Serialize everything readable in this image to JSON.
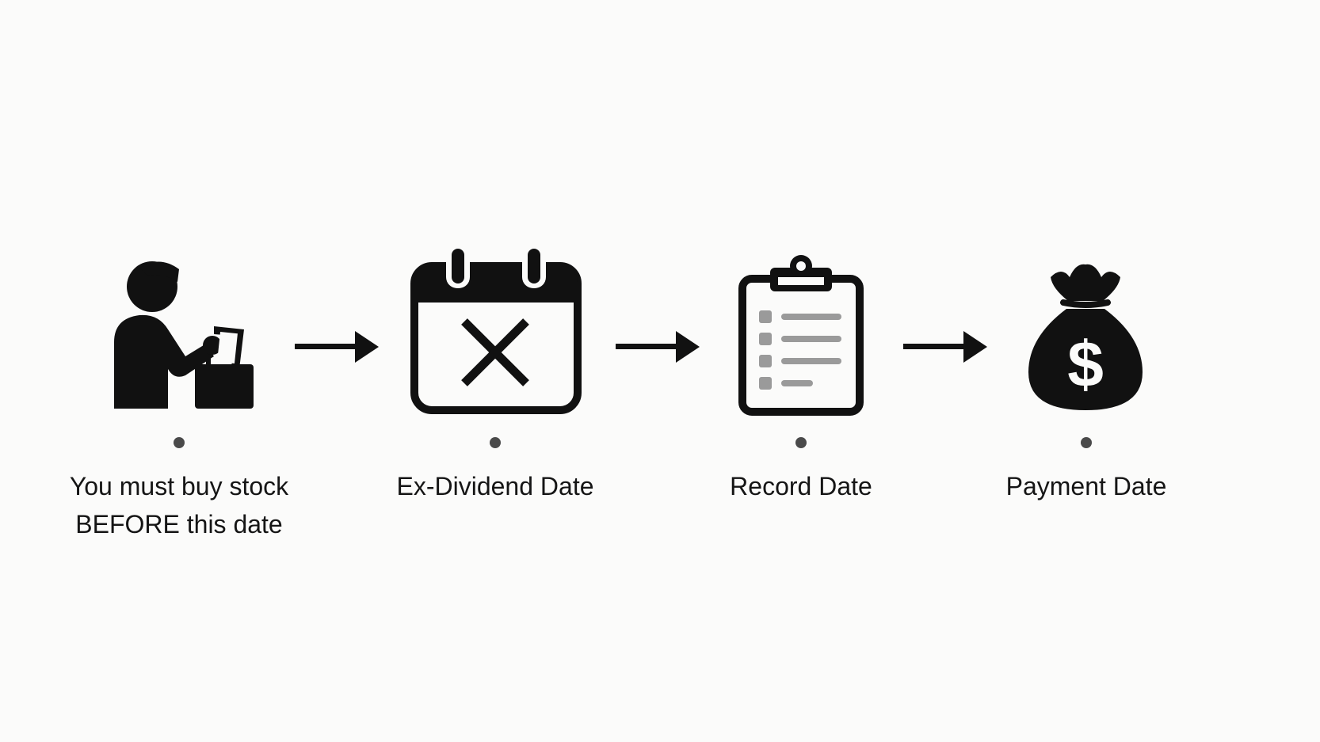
{
  "steps": [
    {
      "id": "buy",
      "icon": "person-buying-icon",
      "label": "You must buy stock\nBEFORE this date"
    },
    {
      "id": "ex-dividend",
      "icon": "calendar-x-icon",
      "label": "Ex-Dividend Date"
    },
    {
      "id": "record",
      "icon": "clipboard-list-icon",
      "label": "Record Date"
    },
    {
      "id": "payment",
      "icon": "money-bag-icon",
      "label": "Payment Date"
    }
  ],
  "colors": {
    "background": "#fbfbfa",
    "icon": "#111111",
    "dot": "#4a4a4a",
    "list_lines": "#9a9a9a"
  }
}
